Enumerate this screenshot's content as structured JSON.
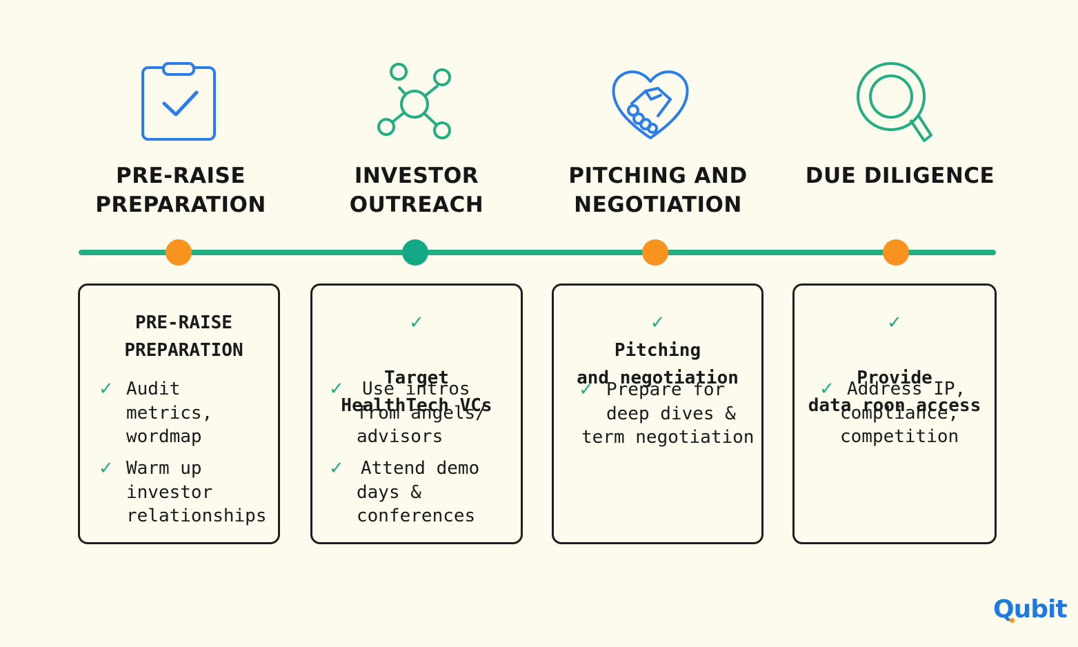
{
  "colors": {
    "background": "#fcfbee",
    "timeline": "#22ad82",
    "dot_orange": "#f7931e",
    "dot_green": "#15a884",
    "icon_blue": "#2b7de9",
    "icon_green": "#22ad82",
    "check": "#22ad82",
    "logo_blue": "#1f7ae0",
    "logo_accent": "#f7931e"
  },
  "stages": [
    {
      "icon": "clipboard-check-icon",
      "title_lines": [
        "PRE-RAISE",
        "PREPARATION"
      ],
      "dot_color": "orange",
      "card": {
        "heading_lines": [
          "PRE-RAISE",
          "PREPARATION"
        ],
        "heading_check": false,
        "items": [
          {
            "lines": [
              "Audit",
              "metrics,",
              "wordmap"
            ]
          },
          {
            "lines": [
              "Warm up",
              "investor",
              "relationships"
            ]
          }
        ]
      }
    },
    {
      "icon": "network-nodes-icon",
      "title_lines": [
        "INVESTOR",
        "OUTREACH"
      ],
      "dot_color": "green",
      "card": {
        "heading_lines": [
          "Target",
          "HealthTech VCs"
        ],
        "heading_check": true,
        "items": [
          {
            "lines": [
              "Use intros",
              "from angels/",
              "advisors"
            ]
          },
          {
            "lines": [
              "Attend demo",
              "days &",
              "conferences"
            ]
          }
        ]
      }
    },
    {
      "icon": "heart-handshake-icon",
      "title_lines": [
        "PITCHING AND",
        "NEGOTIATION"
      ],
      "dot_color": "orange",
      "card": {
        "heading_lines": [
          "Pitching",
          "and negotiation"
        ],
        "heading_check": true,
        "items": [
          {
            "lines": [
              "Prepare for",
              "deep dives &",
              "term negotiation"
            ]
          }
        ]
      }
    },
    {
      "icon": "magnifier-icon",
      "title_lines": [
        "DUE DILIGENCE"
      ],
      "dot_color": "orange",
      "card": {
        "heading_lines": [
          "Provide",
          "data roon access"
        ],
        "heading_check": true,
        "items": [
          {
            "lines": [
              "Address IP,",
              "compliance,",
              "competition"
            ]
          }
        ]
      }
    }
  ],
  "check_mark": "✓",
  "logo": {
    "text_q": "Q",
    "text_rest": "ubit"
  }
}
